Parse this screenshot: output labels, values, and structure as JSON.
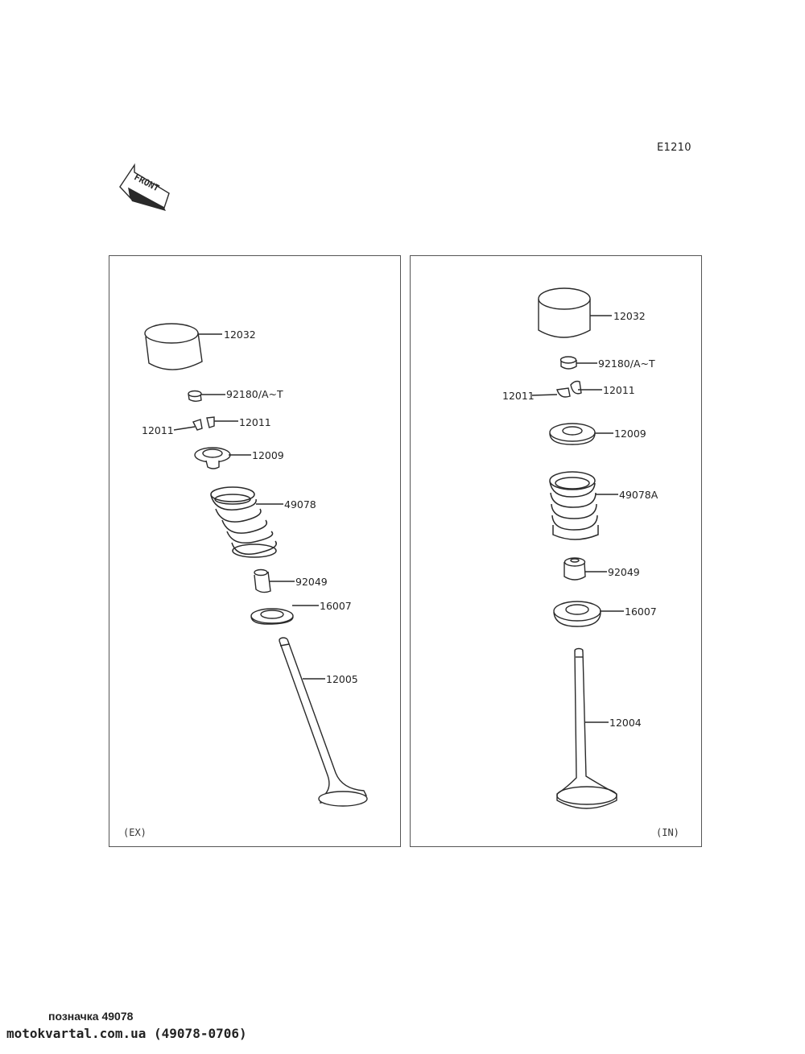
{
  "diagram_code": "E1210",
  "front_label": "FRONT",
  "panels": {
    "exhaust": {
      "tag": "(EX)",
      "parts": {
        "tappet": "12032",
        "shim": "92180/A~T",
        "cotter_left": "12011",
        "cotter_right": "12011",
        "retainer": "12009",
        "spring": "49078",
        "seal": "92049",
        "seat": "16007",
        "valve": "12005"
      }
    },
    "intake": {
      "tag": "(IN)",
      "parts": {
        "tappet": "12032",
        "shim": "92180/A~T",
        "cotter_left": "12011",
        "cotter_right": "12011",
        "retainer": "12009",
        "spring": "49078A",
        "seal": "92049",
        "seat": "16007",
        "valve": "12004"
      }
    }
  },
  "footer": {
    "line1": "позначка 49078",
    "line2": "motokvartal.com.ua (49078-0706)"
  }
}
